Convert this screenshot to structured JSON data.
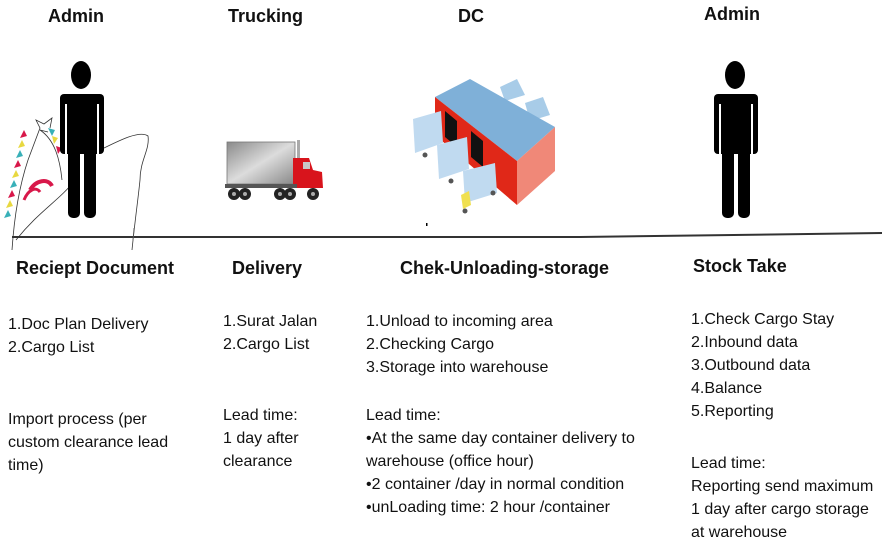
{
  "columns": [
    {
      "role": "Admin",
      "icon": "person-icon",
      "stage": "Reciept Document",
      "steps": [
        "1.Doc Plan Delivery",
        "2.Cargo List"
      ],
      "notes": [
        "Import process (per",
        "custom clearance lead",
        "time)"
      ]
    },
    {
      "role": "Trucking",
      "icon": "truck-icon",
      "stage": "Delivery",
      "steps": [
        "1.Surat Jalan",
        "2.Cargo List"
      ],
      "notes": [
        "Lead time:",
        "1 day after",
        "clearance"
      ]
    },
    {
      "role": "DC",
      "icon": "warehouse-icon",
      "stage": "Chek-Unloading-storage",
      "steps": [
        "1.Unload to  incoming area",
        "2.Checking Cargo",
        "3.Storage into warehouse"
      ],
      "notes": [
        "Lead time:",
        "•At the same day container delivery to",
        "warehouse (office hour)",
        "•2 container /day in normal condition",
        "•unLoading time: 2 hour /container"
      ]
    },
    {
      "role": "Admin",
      "icon": "person-icon",
      "stage": "Stock Take",
      "steps": [
        "1.Check Cargo Stay",
        "2.Inbound data",
        "3.Outbound data",
        "4.Balance",
        "5.Reporting"
      ],
      "notes": [
        "Lead time:",
        "Reporting send maximum",
        "1 day after cargo storage",
        "at warehouse"
      ]
    }
  ],
  "colors": {
    "truck_red": "#d8141c",
    "roof_blue": "#7fb0d8",
    "wall_salmon": "#f08878",
    "wall_red": "#e02818"
  }
}
